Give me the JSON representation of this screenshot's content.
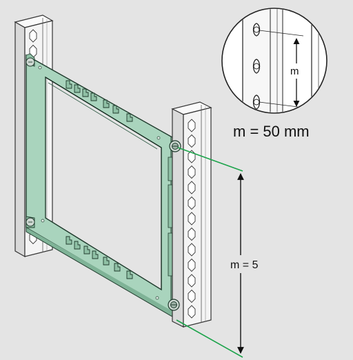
{
  "labels": {
    "detail_m": "m",
    "detail_caption": "m = 50 mm",
    "main_dimension": "m = 5"
  },
  "colors": {
    "background": "#e4e4e4",
    "frame_fill": "#a9d4bd",
    "frame_stroke": "#1f3a2c",
    "rail_fill": "#f4f4f4",
    "rail_stroke": "#333333",
    "guide_line": "#1ba34a",
    "dimension_line": "#111111"
  }
}
